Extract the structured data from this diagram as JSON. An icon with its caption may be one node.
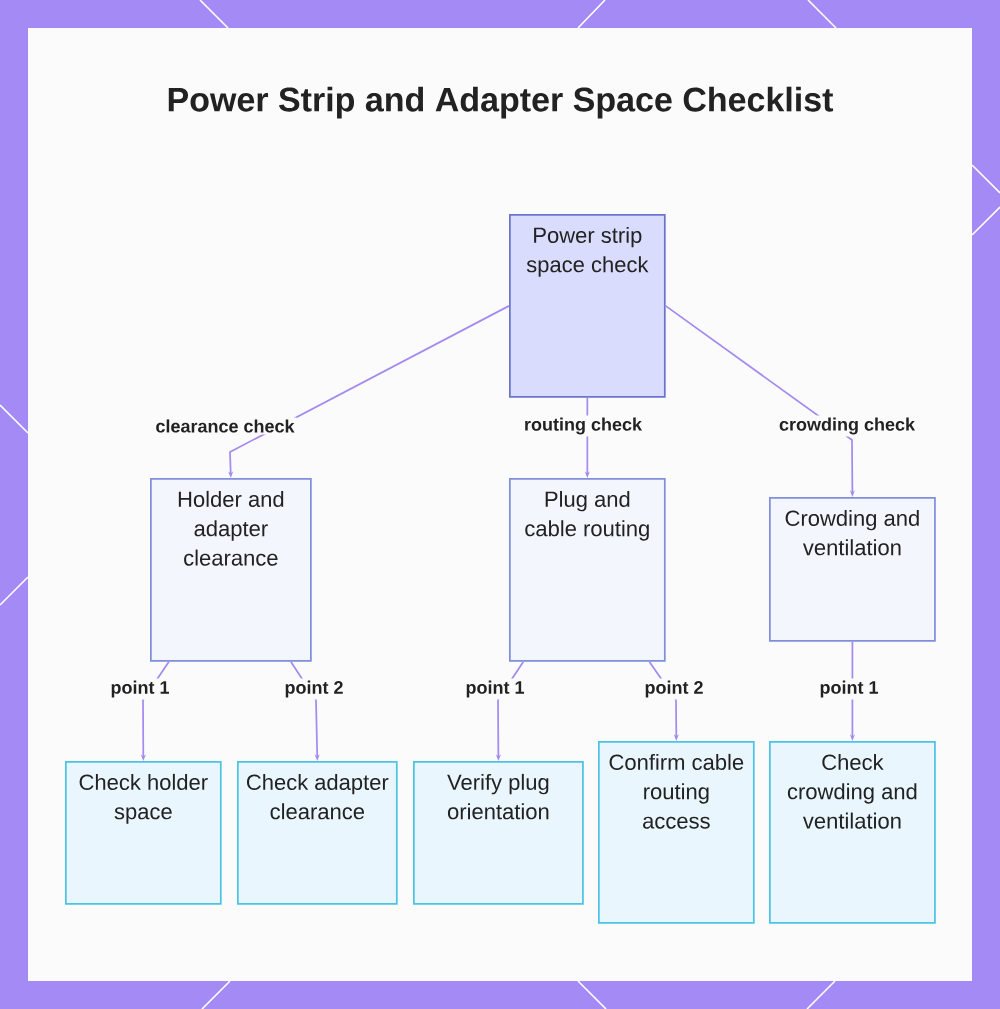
{
  "diagram": {
    "title": "Power Strip and Adapter Space Checklist",
    "nodes": [
      {
        "text": [
          "Power strip space check"
        ]
      },
      {
        "text": [
          "Holder and adapter clearance"
        ]
      },
      {
        "text": [
          "Plug and cable routing"
        ]
      },
      {
        "text": [
          "Crowding and ventilation"
        ]
      },
      {
        "text": [
          "Check holder space"
        ]
      },
      {
        "text": [
          "Check adapter clearance"
        ]
      },
      {
        "text": [
          "Verify plug orientation"
        ]
      },
      {
        "text": [
          "Confirm cable routing access"
        ]
      },
      {
        "text": [
          "Check crowding and ventilation"
        ]
      }
    ],
    "edges": [
      {
        "from": 0,
        "to": 1,
        "arrow": "to",
        "label": "clearance check"
      },
      {
        "from": 0,
        "to": 2,
        "arrow": "to",
        "label": "routing check"
      },
      {
        "from": 0,
        "to": 3,
        "arrow": "to",
        "label": "crowding check"
      },
      {
        "from": 1,
        "to": 4,
        "arrow": "to",
        "label": "point 1"
      },
      {
        "from": 1,
        "to": 5,
        "arrow": "to",
        "label": "point 2"
      },
      {
        "from": 2,
        "to": 6,
        "arrow": "to",
        "label": "point 1"
      },
      {
        "from": 2,
        "to": 7,
        "arrow": "to",
        "label": "point 2"
      },
      {
        "from": 3,
        "to": 8,
        "arrow": "to",
        "label": "point 1"
      }
    ]
  }
}
